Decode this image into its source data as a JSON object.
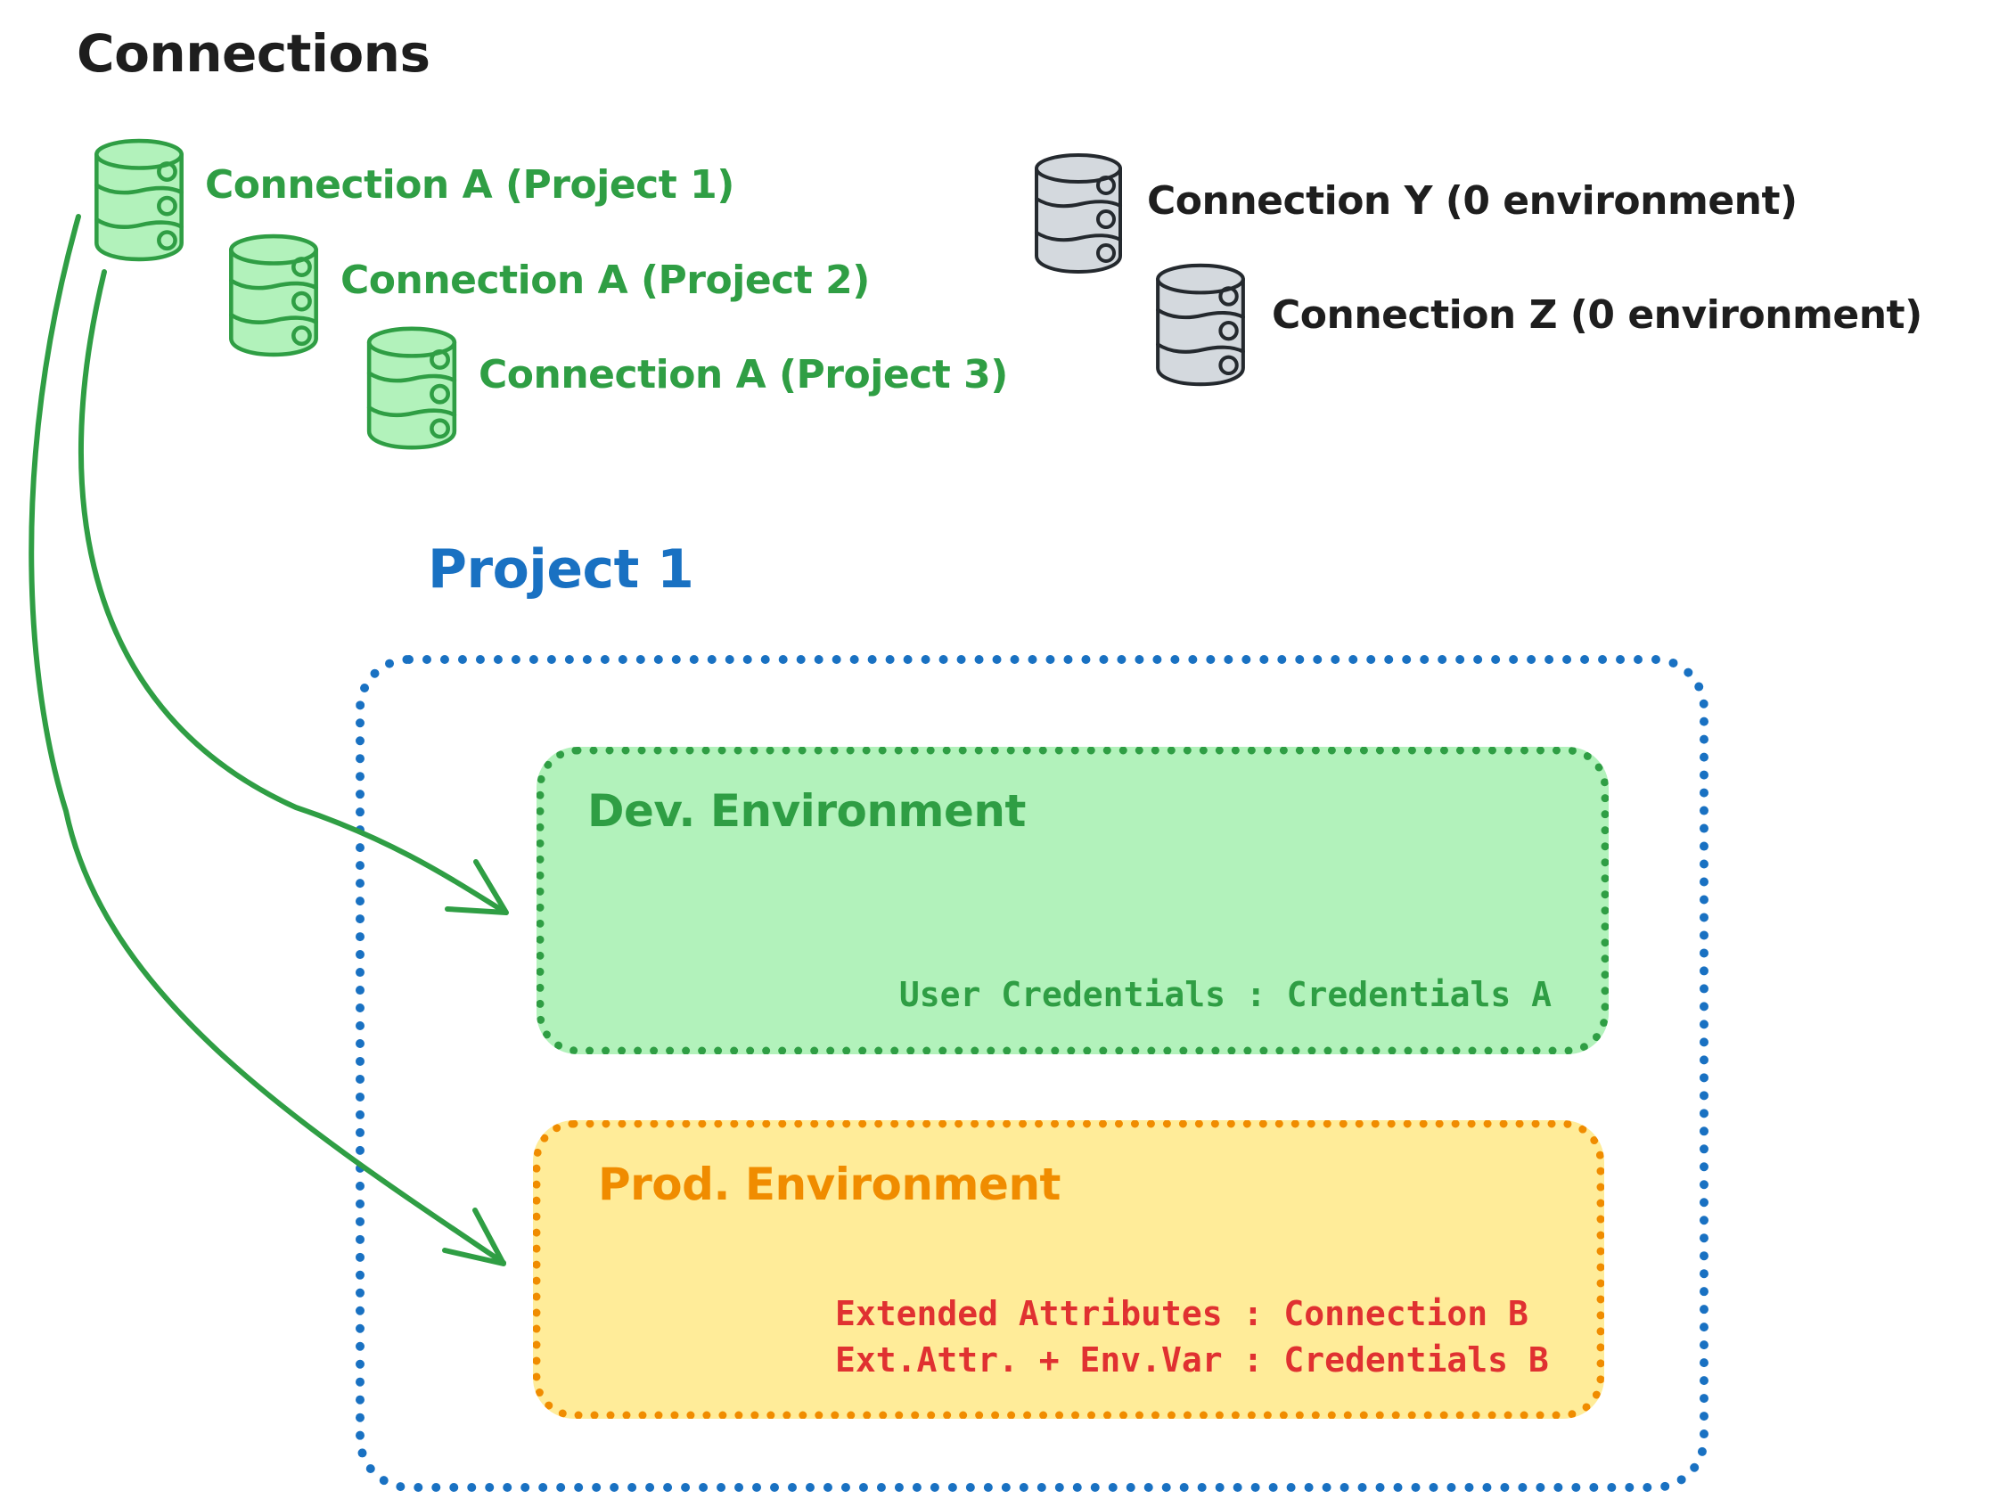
{
  "title": "Connections",
  "green_connections": [
    {
      "label": "Connection A (Project 1)"
    },
    {
      "label": "Connection A (Project 2)"
    },
    {
      "label": "Connection A (Project 3)"
    }
  ],
  "gray_connections": [
    {
      "label": "Connection Y (0 environment)"
    },
    {
      "label": "Connection Z (0 environment)"
    }
  ],
  "project": {
    "title": "Project 1",
    "dev_environment": {
      "name": "Dev. Environment",
      "credentials_line": "User Credentials : Credentials A"
    },
    "prod_environment": {
      "name": "Prod. Environment",
      "lines": [
        "Extended Attributes : Connection B",
        "Ext.Attr. + Env.Var : Credentials B"
      ]
    }
  },
  "colors": {
    "green_stroke": "#2f9e44",
    "green_fill": "#b2f2bb",
    "blue": "#1971c2",
    "orange": "#f08c00",
    "yellow_fill": "#ffec99",
    "red": "#e03131",
    "black": "#1e1e1e",
    "gray_fill": "#d4d9de"
  }
}
